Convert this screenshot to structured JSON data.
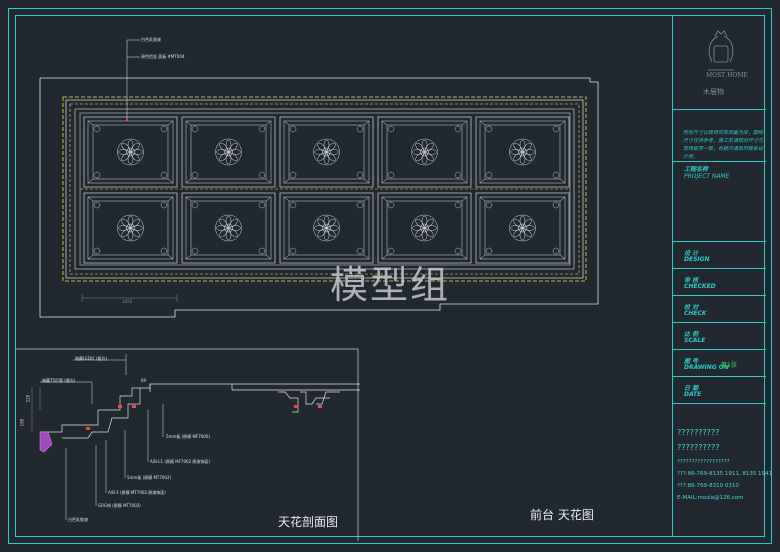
{
  "plan": {
    "title": "前台 天花图",
    "dimension": "1650",
    "callouts": [
      "白色乳胶漆",
      "原色铝金 面板 #MT004"
    ]
  },
  "section": {
    "title": "天花剖面图",
    "callouts": [
      "暗藏LED灯 (暖光)",
      "暗藏T5灯管 (暖光)",
      "5mm板 (原模 MF7000)",
      "A/B-L1 (原模 MF7002 原漆饰面)",
      "5mm板 (原模 MT7002)",
      "A/B-1 (原模 MT7002 原漆饰面)",
      "GRG线 (原模 MT7002)",
      "白色乳胶漆"
    ],
    "dims": [
      "69",
      "220",
      "180"
    ]
  },
  "watermark": "模型组",
  "titleblock": {
    "logo_text": "MOST HOME",
    "logo_cn": "木居物",
    "note": "所有尺寸以现场实际测量为准，图纸尺寸仅供参考，施工前请核对尺寸与现场是否一致，有疑问请及时联系设计师。",
    "project_label_cn": "工程名称",
    "project_label_en": "PROJECT NAME",
    "rows": [
      {
        "cn": "设 计",
        "en": "DESIGN",
        "val": ""
      },
      {
        "cn": "审 核",
        "en": "CHECKED",
        "val": ""
      },
      {
        "cn": "校 对",
        "en": "CHECK",
        "val": ""
      },
      {
        "cn": "比 例",
        "en": "SCALE",
        "val": ""
      },
      {
        "cn": "图 号",
        "en": "DRAWING ON",
        "val": "第1张"
      },
      {
        "cn": "日 期",
        "en": "DATE",
        "val": ""
      }
    ],
    "contact": [
      "??????????",
      "??????????",
      "??????????????????",
      "???:86-769-8135 1911, 8135 1941",
      "???:86-769-8319 0310",
      "E-MAIL:mosla@126.com"
    ]
  },
  "colors": {
    "frame": "#2ec9c9",
    "background": "#212830",
    "ceiling": "#cfd4d8",
    "dashed": "#e3e645",
    "accent": "#31e331"
  }
}
